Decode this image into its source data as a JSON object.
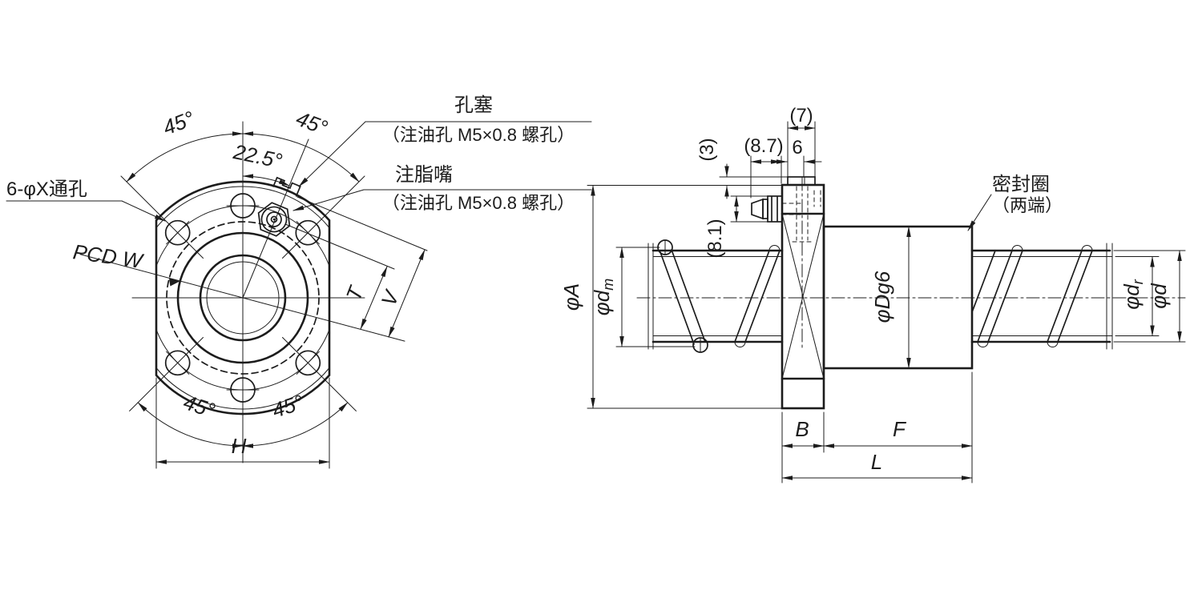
{
  "colors": {
    "ink": "#1c1c1c",
    "background": "#ffffff"
  },
  "front_view": {
    "callout_holes": "6-φX通孔",
    "callout_pcd": "PCD W",
    "plug": {
      "title": "孔塞",
      "note": "（注油孔 M5×0.8 螺孔）"
    },
    "nipple": {
      "title": "注脂嘴",
      "note": "（注油孔 M5×0.8 螺孔）"
    },
    "angles": {
      "top_left": "45°",
      "top_right": "45°",
      "nipple": "22.5°",
      "bottom_left": "45°",
      "bottom_right": "45°"
    },
    "dims": {
      "width": "H",
      "t": "T",
      "v": "V"
    }
  },
  "side_view": {
    "callout_seal": {
      "title": "密封圈",
      "note": "（两端）"
    },
    "dims": {
      "plug_height": "(3)",
      "nipple_length": "(8.7)",
      "plug_flat": "6",
      "plug_width": "(7)",
      "nipple_height": "(8.1)",
      "flange_od": "φA",
      "ball_circle": "φd",
      "ball_circle_sub": "m",
      "body_od": "φDg6",
      "root_d": "φd",
      "root_d_sub": "r",
      "screw_od": "φd",
      "flange_thickness": "B",
      "body_length": "F",
      "total_length": "L"
    }
  }
}
